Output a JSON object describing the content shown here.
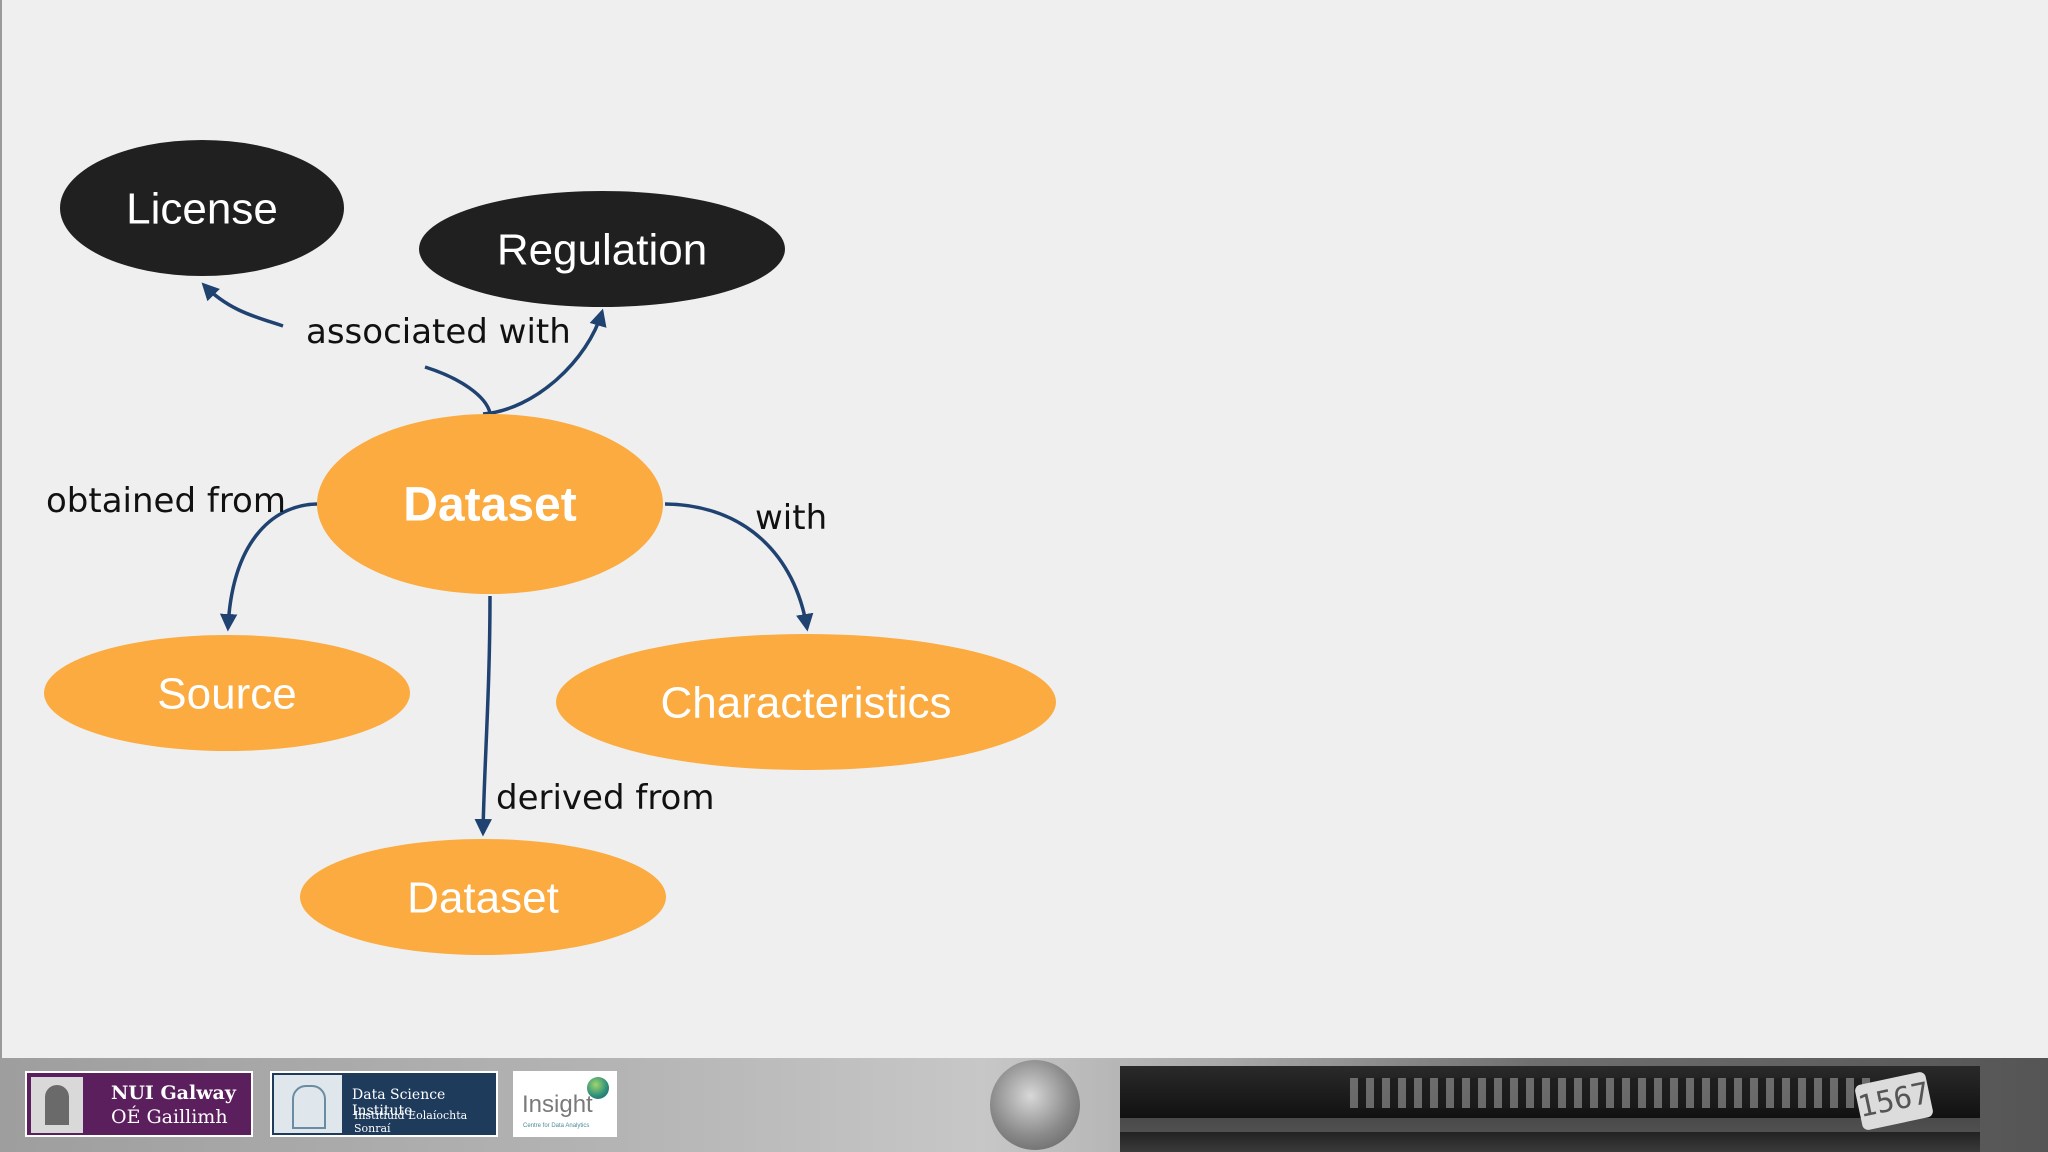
{
  "nodes": {
    "license": "License",
    "regulation": "Regulation",
    "dataset_main": "Dataset",
    "source": "Source",
    "characteristics": "Characteristics",
    "dataset_derived": "Dataset"
  },
  "edges": {
    "associated_with": "associated with",
    "obtained_from": "obtained from",
    "with": "with",
    "derived_from": "derived from"
  },
  "logos": {
    "nui_line1": "NUI Galway",
    "nui_line2": "OÉ Gaillimh",
    "dsi_line1": "Data Science Institute",
    "dsi_line2": "Institiúid Eolaíochta Sonraí",
    "insight_name": "Insight",
    "insight_tagline": "Centre for Data Analytics"
  },
  "footer_photo_text": "1567",
  "colors": {
    "background": "#efefef",
    "dark_node": "#202020",
    "orange_node": "#fbab3f",
    "arrow": "#1f4270",
    "label_text": "#111111"
  }
}
